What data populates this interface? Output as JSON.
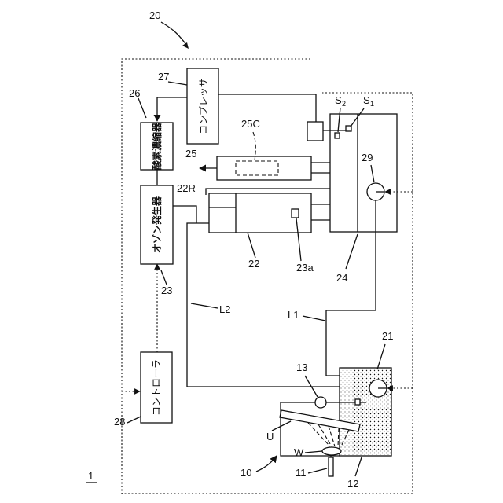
{
  "figure": {
    "system_label": "1",
    "unit_label": "20",
    "substrate_unit_label": "10",
    "components": {
      "compressor": {
        "ref": "27",
        "name": "コンプレッサ"
      },
      "oxygen_concentrator": {
        "ref": "26",
        "name": "酸素濃縮器"
      },
      "ozone_generator": {
        "ref": "23",
        "name": "オゾン発生器"
      },
      "controller": {
        "ref": "28",
        "name": "コントローラ"
      },
      "vessel_25": {
        "ref": "25",
        "inner_ref": "25C"
      },
      "vessel_22": {
        "ref": "22",
        "port_ref": "22R",
        "sensor_ref": "23a"
      },
      "tank_24": {
        "ref": "24",
        "pump_ref": "29"
      },
      "sensors": {
        "s2": "S",
        "s2_sub": "2",
        "s1": "S",
        "s1_sub": "1"
      },
      "tank_21": {
        "ref": "21"
      },
      "lines": {
        "l1": "L1",
        "l2": "L2"
      },
      "valve_13": {
        "ref": "13"
      },
      "basin_12": {
        "ref": "12"
      },
      "nozzle_11": {
        "ref": "11"
      },
      "substrate_w": {
        "ref": "W"
      },
      "lamp_u": {
        "ref": "U"
      }
    }
  }
}
